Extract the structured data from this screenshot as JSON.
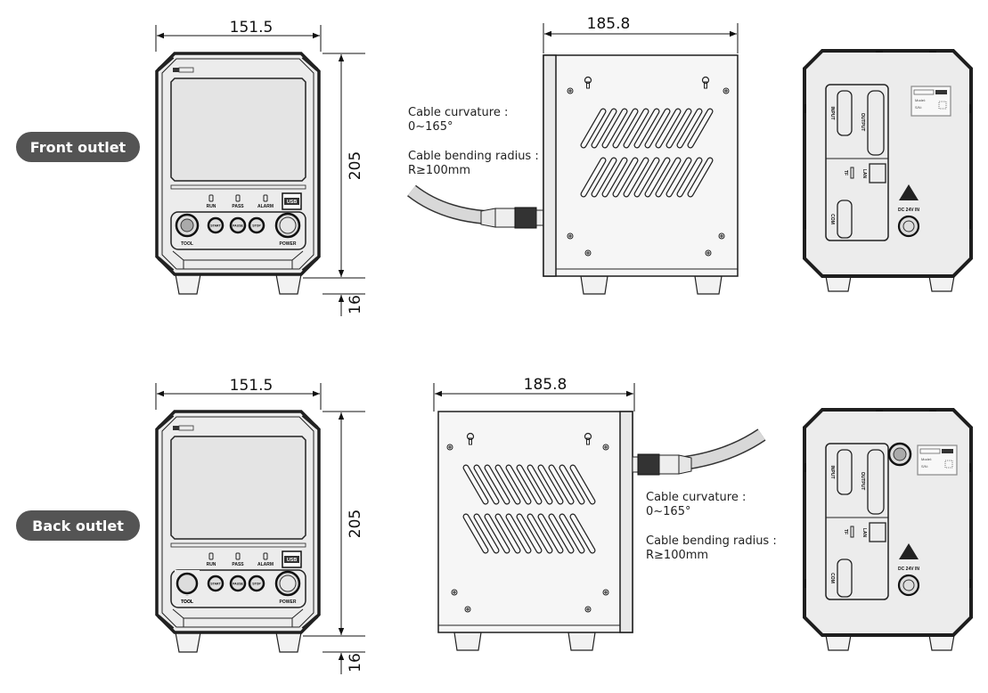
{
  "labels": {
    "front_outlet": "Front outlet",
    "back_outlet": "Back outlet"
  },
  "dimensions": {
    "width": "151.5",
    "height": "205",
    "foot_height": "16",
    "depth": "185.8"
  },
  "cable_notes": {
    "curvature_label": "Cable curvature :",
    "curvature_value": "0~165°",
    "radius_label": "Cable bending radius :",
    "radius_value": "R≥100mm"
  },
  "front_panel": {
    "led_run": "RUN",
    "led_pass": "PASS",
    "led_alarm": "ALARM",
    "usb": "USB",
    "btn_start": "START",
    "btn_pause": "PAUSE",
    "btn_stop": "STOP",
    "tool": "TOOL",
    "power": "POWER"
  },
  "rear_panel": {
    "input": "INPUT",
    "output": "OUTPUT",
    "lan": "LAN",
    "tf": "TF",
    "com": "COM",
    "dc_in": "DC 24V IN",
    "sticker_model": "Model:",
    "sticker_sn": "S/N:"
  },
  "colors": {
    "pill": "#545454",
    "body_fill": "#ececec",
    "outline": "#1e1e1e"
  }
}
